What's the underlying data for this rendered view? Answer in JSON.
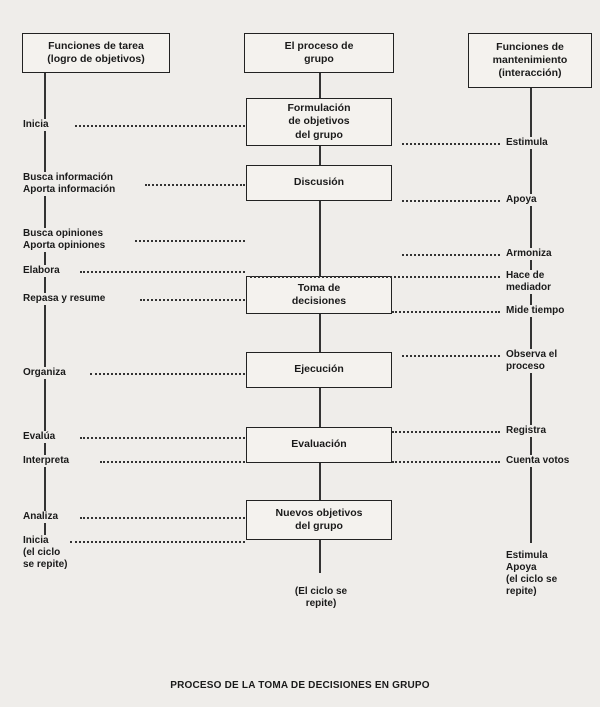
{
  "headers": {
    "left": "Funciones de tarea\n(logro de objetivos)",
    "center": "El proceso de\ngrupo",
    "right": "Funciones de\nmantenimiento\n(interacción)"
  },
  "stages": [
    "Formulación\nde objetivos\ndel grupo",
    "Discusión",
    "Toma de\ndecisiones",
    "Ejecución",
    "Evaluación",
    "Nuevos objetivos\ndel grupo"
  ],
  "left_labels": [
    "Inicia",
    "Busca información\nAporta información",
    "Busca opiniones\nAporta opiniones",
    "Elabora",
    "Repasa y resume",
    "Organiza",
    "Evalúa",
    "Interpreta",
    "Analiza",
    "Inicia\n(el ciclo\nse repite)"
  ],
  "right_labels": [
    "Estimula",
    "Apoya",
    "Armoniza",
    "Hace de\nmediador",
    "Mide tiempo",
    "Observa el\nproceso",
    "Registra",
    "Cuenta votos",
    "Estimula\nApoya\n(el ciclo se\nrepite)"
  ],
  "center_end": "(El ciclo se\nrepite)",
  "caption": "PROCESO DE LA TOMA DE DECISIONES EN GRUPO"
}
